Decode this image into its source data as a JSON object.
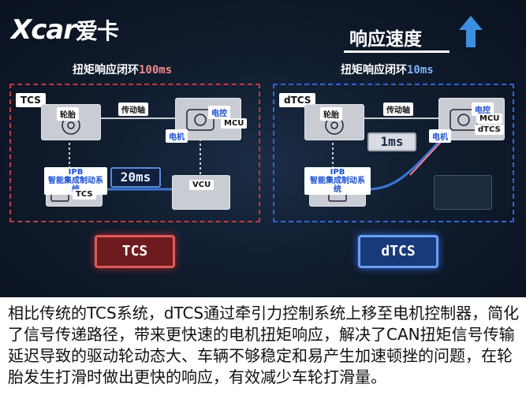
{
  "logo": {
    "latin": "Xcar",
    "cn": "爱卡"
  },
  "heading": "响应速度",
  "arrow_icon": "up-arrow",
  "colors": {
    "red_loop": "#c23b3b",
    "blue_loop": "#2f66d6",
    "arrow": "#3b8fe0"
  },
  "left_diagram": {
    "loop_prefix": "扭矩响应闭环",
    "loop_time": "100ms",
    "title": "TCS",
    "wheel_label": "轮胎",
    "shaft_label": "传动轴",
    "ctrl_label": "电控",
    "mcu_label": "MCU",
    "motor_label": "电机",
    "ipb_label": "IPB",
    "ipb_desc": "智能集成制动系统",
    "tcs_sub": "TCS",
    "latency": "20ms",
    "vcu_label": "VCU",
    "badge": "TCS"
  },
  "right_diagram": {
    "loop_prefix": "扭矩响应闭环",
    "loop_time": "10ms",
    "title": "dTCS",
    "wheel_label": "轮胎",
    "shaft_label": "传动轴",
    "ctrl_label": "电控",
    "mcu_label": "MCU",
    "dtcs_sub": "dTCS",
    "motor_label": "电机",
    "ipb_label": "IPB",
    "ipb_desc": "智能集成制动系统",
    "latency": "1ms",
    "badge": "dTCS"
  },
  "caption": "相比传统的TCS系统，dTCS通过牵引力控制系统上移至电机控制器，简化了信号传递路径，带来更快速的电机扭矩响应，解决了CAN扭矩信号传输延迟导致的驱动轮动态大、车辆不够稳定和易产生加速顿挫的问题，在轮胎发生打滑时做出更快的响应，有效减少车轮打滑量。"
}
